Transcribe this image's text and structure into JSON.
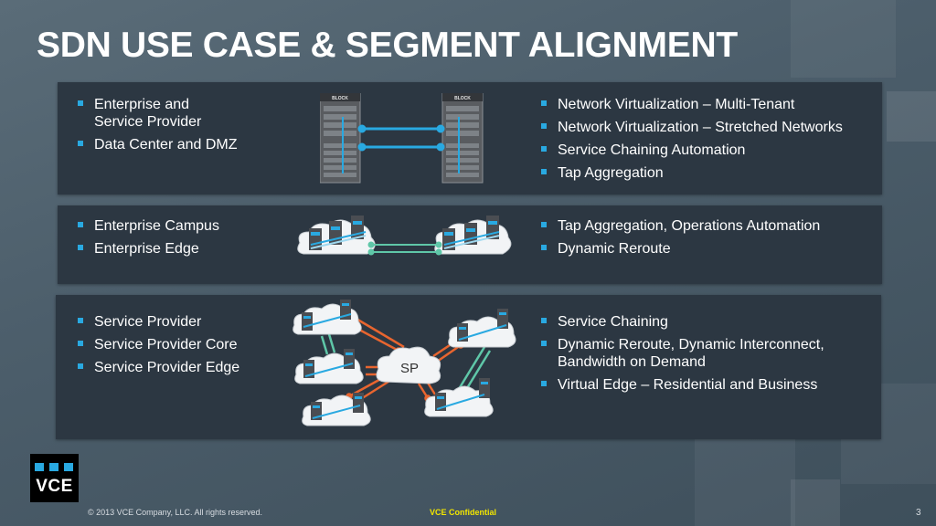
{
  "slide": {
    "title": "SDN USE CASE & SEGMENT ALIGNMENT",
    "page_number": "3"
  },
  "rows": [
    {
      "segments": [
        "Enterprise and\nService Provider",
        "Data Center and DMZ"
      ],
      "use_cases": [
        "Network Virtualization – Multi-Tenant",
        "Network Virtualization – Stretched Networks",
        "Service Chaining Automation",
        "Tap Aggregation"
      ],
      "rack_label": "BLOCK"
    },
    {
      "segments": [
        "Enterprise Campus",
        "Enterprise Edge"
      ],
      "use_cases": [
        "Tap Aggregation, Operations Automation",
        "Dynamic Reroute"
      ]
    },
    {
      "segments": [
        "Service Provider",
        "Service Provider Core",
        "Service Provider Edge"
      ],
      "use_cases": [
        "Service Chaining",
        "Dynamic Reroute, Dynamic Interconnect,\nBandwidth on Demand",
        "Virtual Edge – Residential and Business"
      ],
      "cloud_label": "SP"
    }
  ],
  "logo": {
    "text": "VCE"
  },
  "footer": {
    "copyright": "© 2013 VCE Company, LLC. All rights reserved.",
    "confidential": "VCE Confidential"
  },
  "colors": {
    "accent": "#29a9e1",
    "panel": "#2c3742",
    "link_teal": "#5fc7a8",
    "link_orange": "#e8652f",
    "confidential": "#f2e600"
  }
}
